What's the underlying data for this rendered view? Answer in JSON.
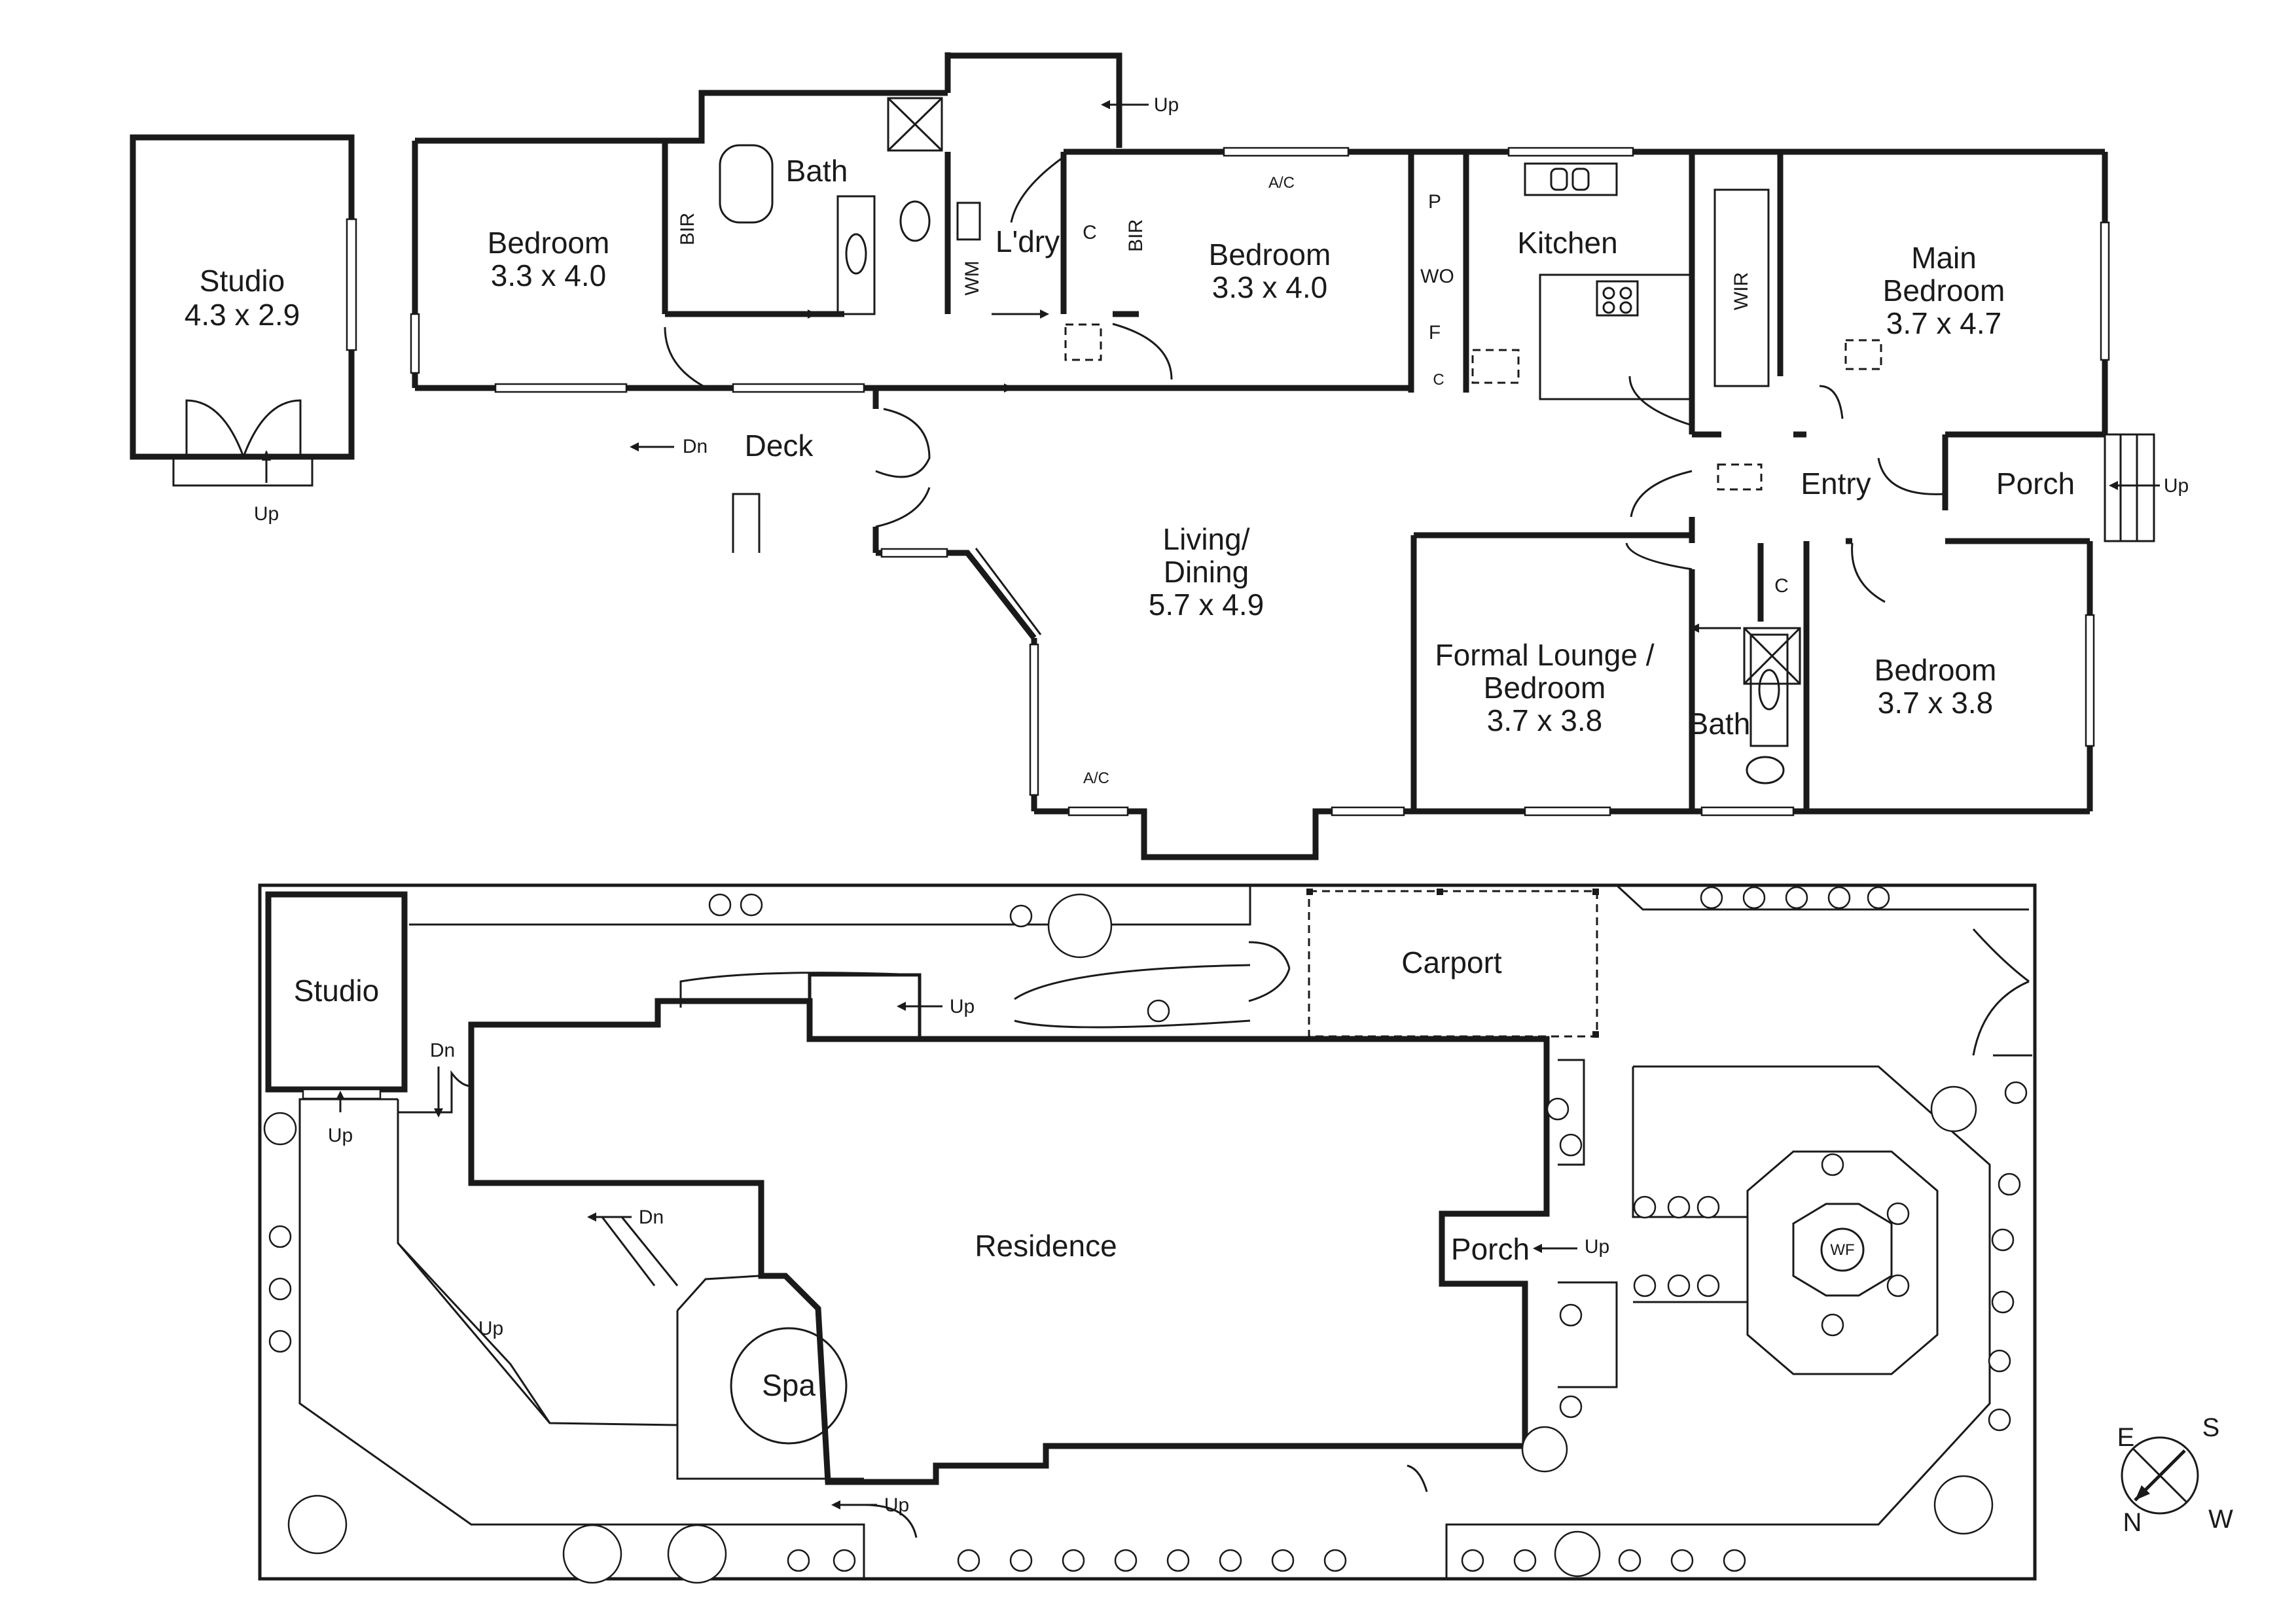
{
  "floor_plan": {
    "studio": {
      "name": "Studio",
      "size": "4.3 x 2.9"
    },
    "bedroom_west": {
      "name": "Bedroom",
      "size": "3.3 x 4.0"
    },
    "bedroom_mid": {
      "name": "Bedroom",
      "size": "3.3 x 4.0"
    },
    "main_bedroom": {
      "name_line1": "Main",
      "name_line2": "Bedroom",
      "size": "3.7 x 4.7"
    },
    "living": {
      "name_line1": "Living/",
      "name_line2": "Dining",
      "size": "5.7 x 4.9"
    },
    "formal_lounge": {
      "name_line1": "Formal Lounge /",
      "name_line2": "Bedroom",
      "size": "3.7 x 3.8"
    },
    "bedroom_south": {
      "name": "Bedroom",
      "size": "3.7 x 3.8"
    },
    "bath_main": "Bath",
    "bath_south": "Bath",
    "laundry": "L'dry",
    "kitchen": "Kitchen",
    "deck": "Deck",
    "entry": "Entry",
    "porch": "Porch",
    "small_labels": {
      "bir": "BIR",
      "wir": "WIR",
      "wm": "WM",
      "c": "C",
      "p": "P",
      "wo": "WO",
      "f": "F",
      "ac": "A/C",
      "up": "Up",
      "dn": "Dn"
    }
  },
  "site_plan": {
    "studio": "Studio",
    "carport": "Carport",
    "residence": "Residence",
    "porch": "Porch",
    "spa": "Spa",
    "wf": "WF",
    "up": "Up",
    "dn": "Dn"
  },
  "compass": {
    "e": "E",
    "s": "S",
    "n": "N",
    "w": "W"
  }
}
